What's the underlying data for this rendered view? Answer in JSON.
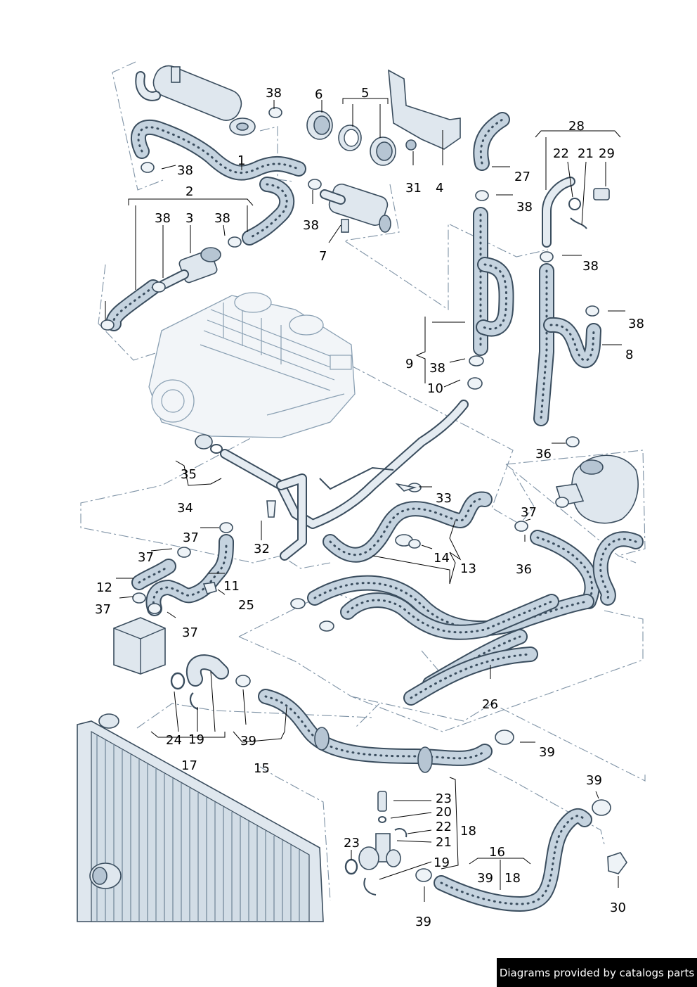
{
  "watermark": "Diagrams provided by catalogs parts",
  "callouts": [
    "38",
    "6",
    "5",
    "1",
    "38",
    "2",
    "38",
    "3",
    "38",
    "38",
    "7",
    "27",
    "38",
    "4",
    "31",
    "28",
    "22",
    "21",
    "29",
    "38",
    "38",
    "8",
    "9",
    "38",
    "10",
    "36",
    "33",
    "34",
    "37",
    "35",
    "32",
    "37",
    "14",
    "13",
    "37",
    "36",
    "12",
    "11",
    "25",
    "37",
    "37",
    "26",
    "24",
    "19",
    "39",
    "39",
    "17",
    "15",
    "23",
    "20",
    "22",
    "21",
    "23",
    "19",
    "16",
    "39",
    "18",
    "39",
    "18",
    "39",
    "30"
  ]
}
